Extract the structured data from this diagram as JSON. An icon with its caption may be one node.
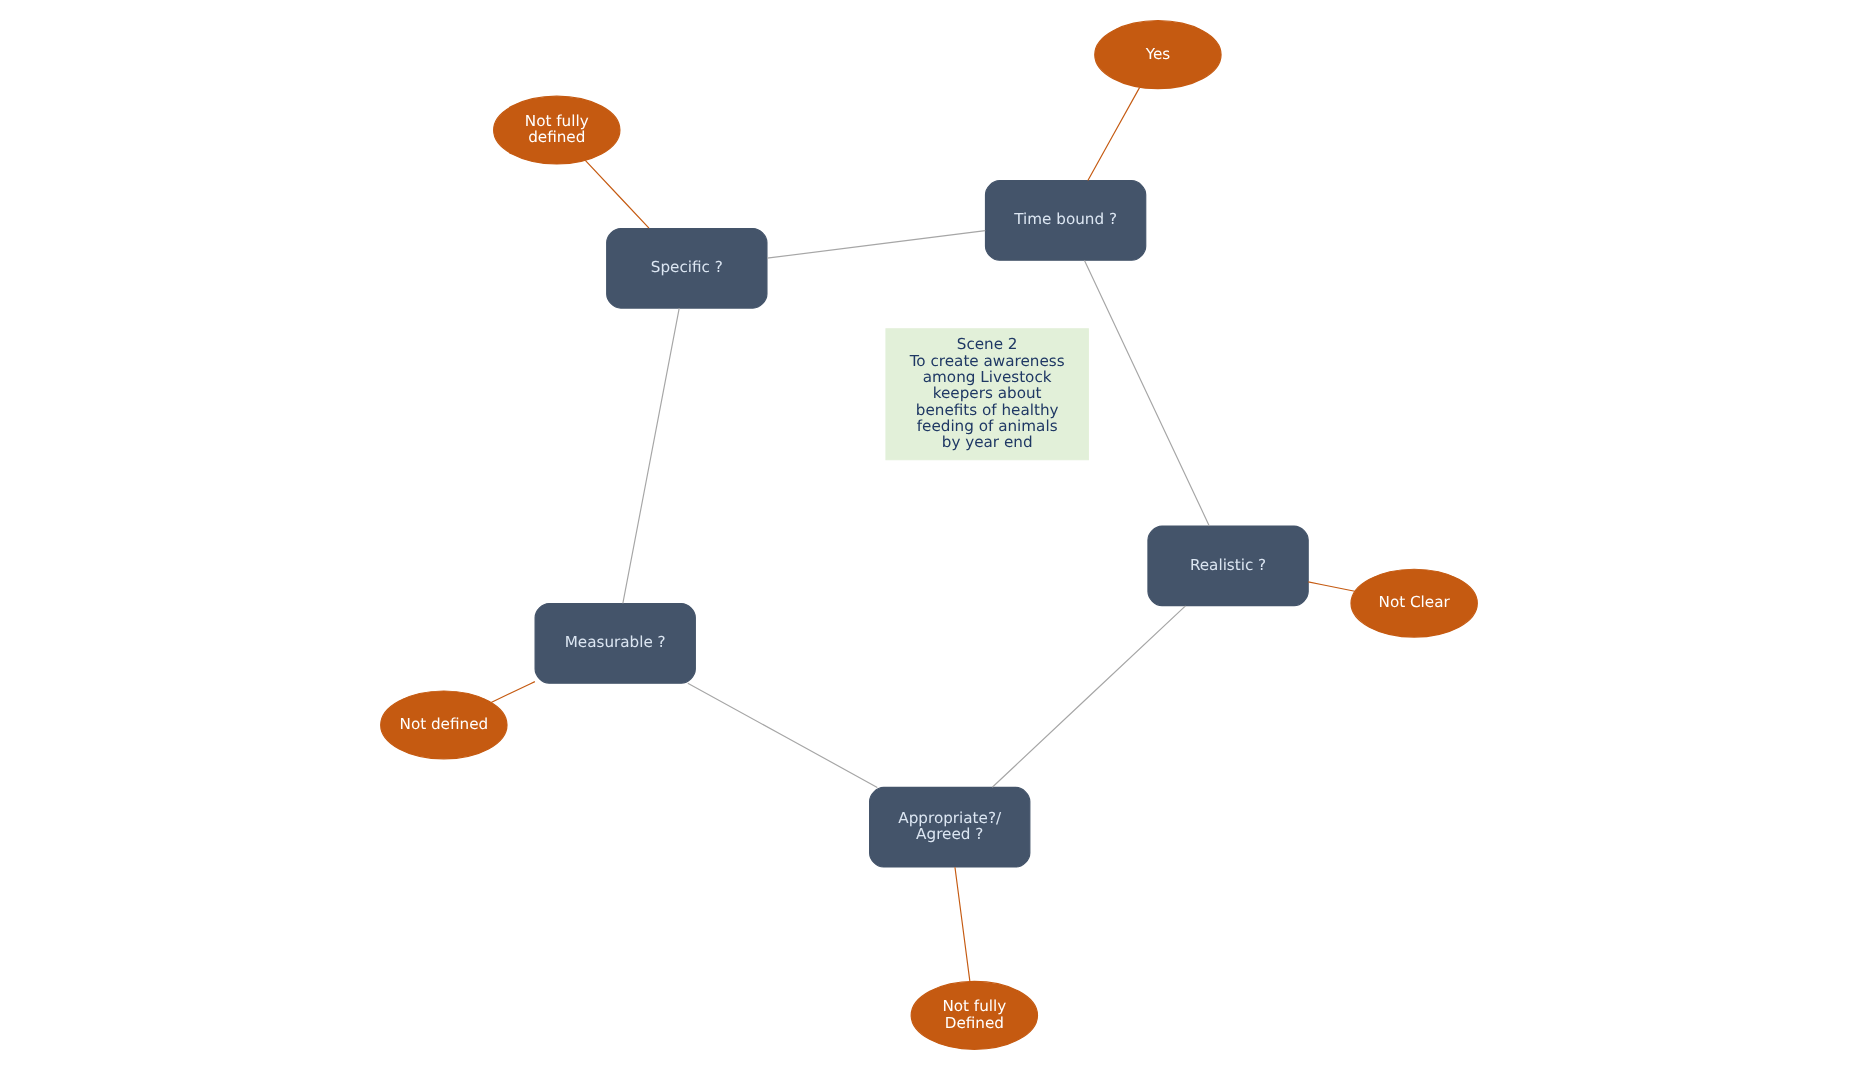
{
  "diagram": {
    "nodes": [
      {
        "text": [
          "Scene 2",
          "To create awareness among Livestock keepers about benefits of healthy feeding of animals by year end"
        ]
      },
      {
        "text": [
          "Specific ?"
        ]
      },
      {
        "text": [
          "Measurable ?"
        ]
      },
      {
        "text": [
          "Appropriate?/ Agreed ?"
        ]
      },
      {
        "text": [
          "Realistic ?"
        ]
      },
      {
        "text": [
          "Time bound ?"
        ]
      },
      {
        "text": [
          "Not fully defined"
        ]
      },
      {
        "text": [
          "Not defined"
        ]
      },
      {
        "text": [
          "Not fully Defined"
        ]
      },
      {
        "text": [
          "Not Clear"
        ]
      },
      {
        "text": [
          "Yes"
        ]
      }
    ],
    "edges": [
      {
        "from": 1,
        "to": 2,
        "arrow": "none",
        "color": "#a6a6a6"
      },
      {
        "from": 2,
        "to": 3,
        "arrow": "none",
        "color": "#a6a6a6"
      },
      {
        "from": 3,
        "to": 4,
        "arrow": "none",
        "color": "#a6a6a6"
      },
      {
        "from": 4,
        "to": 5,
        "arrow": "none",
        "color": "#a6a6a6"
      },
      {
        "from": 5,
        "to": 1,
        "arrow": "none",
        "color": "#a6a6a6"
      },
      {
        "from": 6,
        "to": 1,
        "arrow": "none",
        "color": "#c55a11"
      },
      {
        "from": 7,
        "to": 2,
        "arrow": "none",
        "color": "#c55a11"
      },
      {
        "from": 8,
        "to": 3,
        "arrow": "none",
        "color": "#c55a11"
      },
      {
        "from": 9,
        "to": 4,
        "arrow": "none",
        "color": "#c55a11"
      },
      {
        "from": 10,
        "to": 5,
        "arrow": "none",
        "color": "#c55a11"
      }
    ]
  }
}
